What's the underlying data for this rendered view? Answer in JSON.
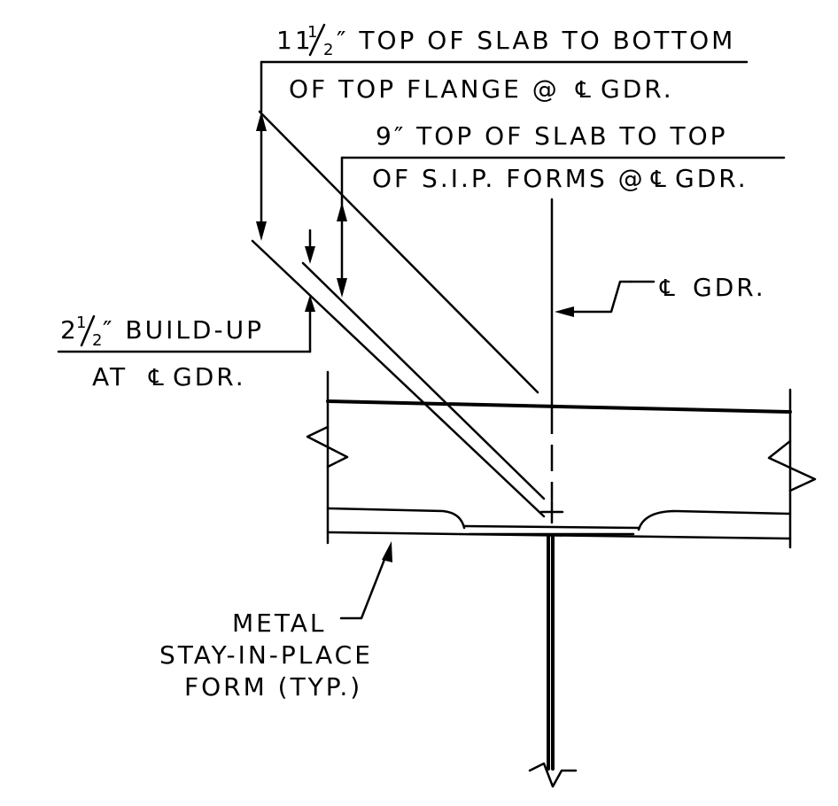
{
  "labels": {
    "top_flange_dim": {
      "whole": "11",
      "num": "1",
      "den": "2",
      "rest": "″ TOP OF SLAB TO BOTTOM",
      "line2": "OF TOP FLANGE @ ",
      "line2_gdr": " GDR."
    },
    "sip_dim": {
      "line1": "9″ TOP OF SLAB TO TOP",
      "line2": "OF S.I.P. FORMS @ ",
      "line2_gdr": " GDR."
    },
    "cl_gdr": {
      "gdr": "GDR."
    },
    "buildup": {
      "whole": "2",
      "num": "1",
      "den": "2",
      "rest": "″ BUILD-UP",
      "line2": "AT ",
      "line2_gdr": " GDR."
    },
    "metal_form": {
      "line1": "METAL",
      "line2": "STAY-IN-PLACE",
      "line3": "FORM (TYP.)"
    }
  },
  "symbols": {
    "centerline": "℄"
  }
}
